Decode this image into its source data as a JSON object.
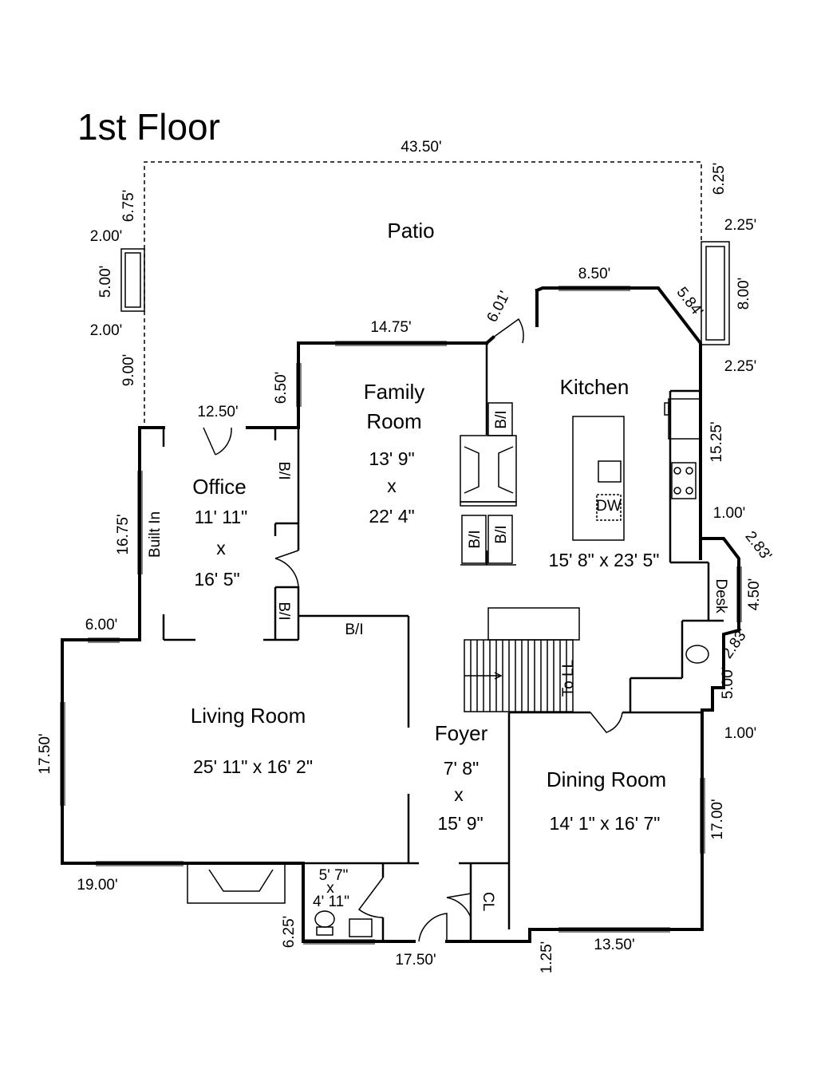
{
  "title": "1st Floor",
  "rooms": {
    "patio": {
      "name": "Patio"
    },
    "family": {
      "name_line1": "Family",
      "name_line2": "Room",
      "dim_w": "13' 9\"",
      "x": "x",
      "dim_l": "22' 4\""
    },
    "kitchen": {
      "name": "Kitchen",
      "dims": "15' 8\" x 23' 5\""
    },
    "office": {
      "name": "Office",
      "dim_w": "11' 11\"",
      "x": "x",
      "dim_l": "16' 5\""
    },
    "living": {
      "name": "Living Room",
      "dims": "25' 11\" x 16' 2\""
    },
    "foyer": {
      "name": "Foyer",
      "dim_w": "7' 8\"",
      "x": "x",
      "dim_l": "15' 9\""
    },
    "dining": {
      "name": "Dining Room",
      "dims": "14' 1\" x 16' 7\""
    },
    "bath": {
      "dim_w": "5' 7\"",
      "x": "x",
      "dim_l": "4' 11\""
    }
  },
  "labels": {
    "bi": "B/I",
    "built_in": "Built In",
    "desk": "Desk",
    "cl": "CL",
    "to_ll": "To LL",
    "dw": "DW"
  },
  "measurements": {
    "m43_50": "43.50'",
    "m6_25_top": "6.25'",
    "m2_25_a": "2.25'",
    "m8_00": "8.00'",
    "m2_25_b": "2.25'",
    "m6_75": "6.75'",
    "m2_00_a": "2.00'",
    "m5_00_left": "5.00'",
    "m2_00_b": "2.00'",
    "m9_00": "9.00'",
    "m8_50": "8.50'",
    "m5_84": "5.84'",
    "m6_01": "6.01'",
    "m14_75": "14.75'",
    "m6_50": "6.50'",
    "m12_50": "12.50'",
    "m15_25": "15.25'",
    "m1_00_a": "1.00'",
    "m2_83_a": "2.83'",
    "m4_50": "4.50'",
    "m2_83_b": "2.83'",
    "m5_00_right": "5.00'",
    "m1_00_b": "1.00'",
    "m16_75": "16.75'",
    "m6_00": "6.00'",
    "m17_50_left": "17.50'",
    "m17_00": "17.00'",
    "m19_00": "19.00'",
    "m6_25_bottom": "6.25'",
    "m17_50_bottom": "17.50'",
    "m1_25": "1.25'",
    "m13_50": "13.50'"
  }
}
